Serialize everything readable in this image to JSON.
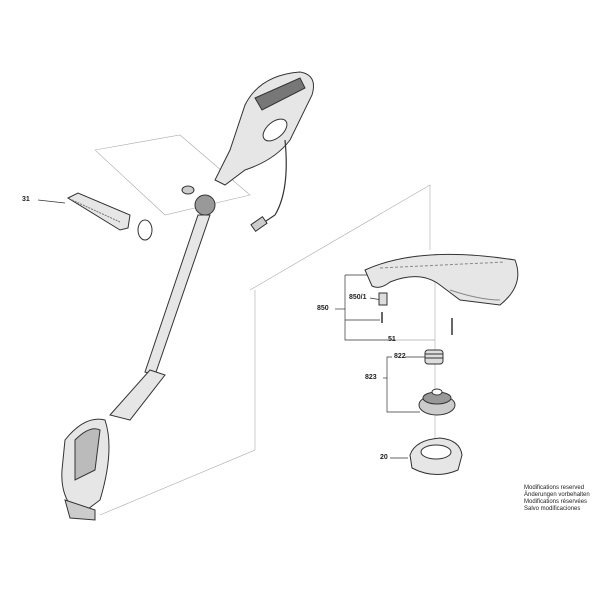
{
  "labels": {
    "p31": "31",
    "p850": "850",
    "p850_1": "850/1",
    "p51": "51",
    "p822": "822",
    "p823": "823",
    "p20": "20"
  },
  "notes": [
    "Modifications reserved",
    "Änderungen vorbehalten",
    "Modifications réservées",
    "Salvo modificaciones"
  ],
  "colors": {
    "line": "#333333",
    "fill": "#e6e6e6",
    "dark": "#555555"
  }
}
